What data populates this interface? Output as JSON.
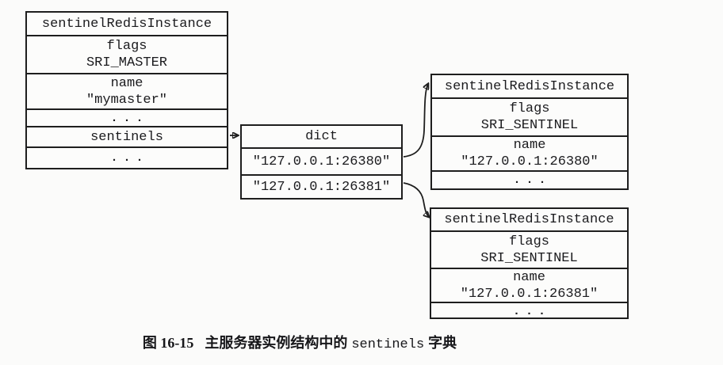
{
  "boxes": {
    "master": {
      "title": "sentinelRedisInstance",
      "flags_label": "flags",
      "flags_value": "SRI_MASTER",
      "name_label": "name",
      "name_value": "\"mymaster\"",
      "ellipsis_top": "...",
      "sentinels_field": "sentinels",
      "ellipsis_bottom": "..."
    },
    "dict": {
      "title": "dict",
      "key1": "\"127.0.0.1:26380\"",
      "key2": "\"127.0.0.1:26381\""
    },
    "sentinel1": {
      "title": "sentinelRedisInstance",
      "flags_label": "flags",
      "flags_value": "SRI_SENTINEL",
      "name_label": "name",
      "name_value": "\"127.0.0.1:26380\"",
      "ellipsis": "..."
    },
    "sentinel2": {
      "title": "sentinelRedisInstance",
      "flags_label": "flags",
      "flags_value": "SRI_SENTINEL",
      "name_label": "name",
      "name_value": "\"127.0.0.1:26381\"",
      "ellipsis": "..."
    }
  },
  "caption": {
    "label": "图 16-15",
    "text_before": "主服务器实例结构中的",
    "code": "sentinels",
    "text_after": "字典"
  }
}
